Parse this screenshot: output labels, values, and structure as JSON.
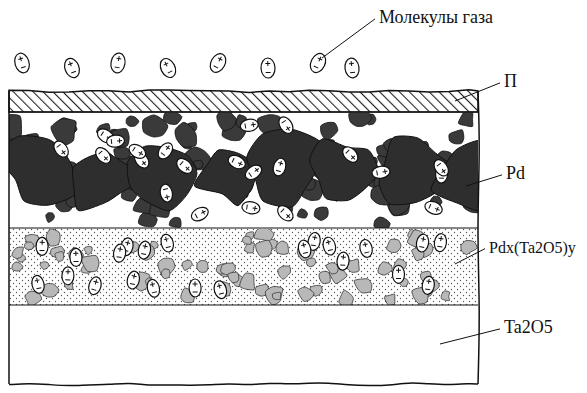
{
  "diagram": {
    "labels": [
      "Молекулы газа",
      "П",
      "Pd",
      "Pdx(Ta2O5)y",
      "Ta2O5"
    ]
  }
}
